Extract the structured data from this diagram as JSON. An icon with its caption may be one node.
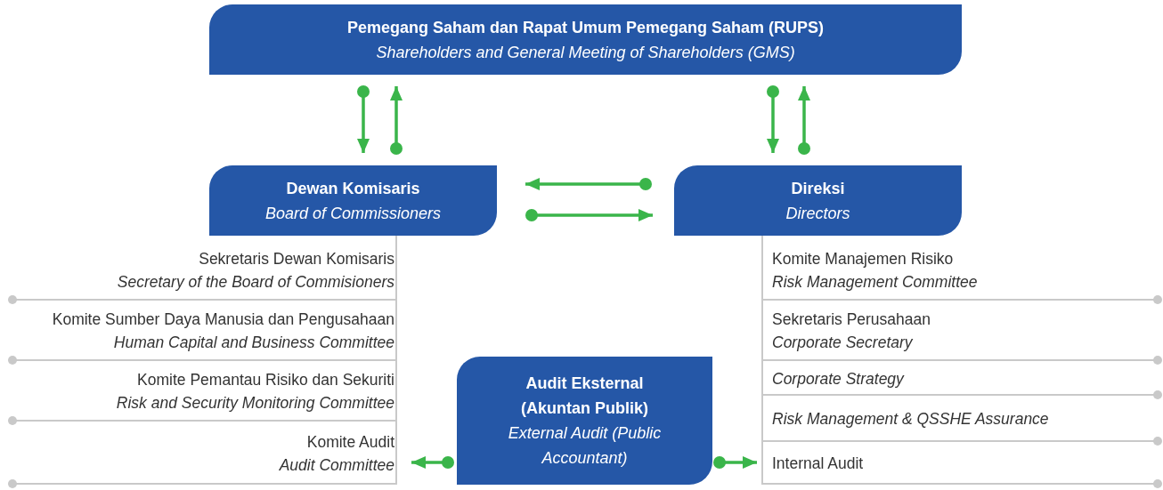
{
  "diagram": {
    "nodes": [
      {
        "text": [
          "Pemegang Saham dan Rapat Umum Pemegang Saham (RUPS)",
          "Shareholders and General Meeting of Shareholders (GMS)"
        ]
      },
      {
        "text": [
          "Dewan Komisaris",
          "Board of Commissioners"
        ]
      },
      {
        "text": [
          "Direksi",
          "Directors"
        ]
      },
      {
        "text": [
          "Sekretaris Dewan Komisaris",
          "Secretary of the Board of Commisioners"
        ]
      },
      {
        "text": [
          "Komite Sumber Daya Manusia dan Pengusahaan",
          "Human Capital and Business Committee"
        ]
      },
      {
        "text": [
          "Komite Pemantau Risiko dan Sekuriti",
          "Risk and Security Monitoring Committee"
        ]
      },
      {
        "text": [
          "Komite Audit",
          "Audit Committee"
        ]
      },
      {
        "text": [
          "Komite Manajemen Risiko",
          "Risk Management Committee"
        ]
      },
      {
        "text": [
          "Sekretaris Perusahaan",
          "Corporate Secretary"
        ]
      },
      {
        "text": [
          "Corporate Strategy"
        ]
      },
      {
        "text": [
          "Risk Management & QSSHE Assurance"
        ]
      },
      {
        "text": [
          "Internal Audit"
        ]
      },
      {
        "text": [
          "Audit Eksternal (Akuntan Publik)",
          "External Audit (Public Accountant)"
        ]
      }
    ],
    "edges": [
      {
        "from": 0,
        "to": 1,
        "arrow": "to"
      },
      {
        "from": 1,
        "to": 0,
        "arrow": "to"
      },
      {
        "from": 0,
        "to": 2,
        "arrow": "to"
      },
      {
        "from": 2,
        "to": 0,
        "arrow": "to"
      },
      {
        "from": 2,
        "to": 1,
        "arrow": "to"
      },
      {
        "from": 1,
        "to": 2,
        "arrow": "to"
      },
      {
        "from": 12,
        "to": 6,
        "arrow": "to"
      },
      {
        "from": 12,
        "to": 11,
        "arrow": "to"
      }
    ]
  }
}
